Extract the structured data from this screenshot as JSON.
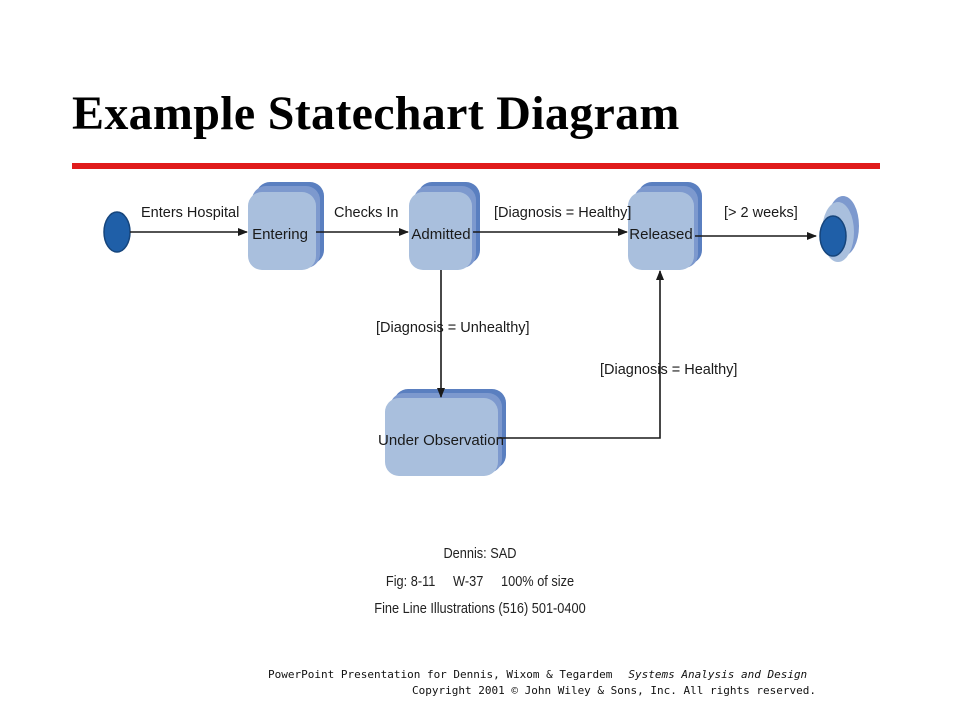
{
  "slide": {
    "title": "Example Statechart Diagram",
    "accent_color": "#e01b1b"
  },
  "diagram": {
    "states": [
      {
        "id": "entering",
        "label": "Entering"
      },
      {
        "id": "admitted",
        "label": "Admitted"
      },
      {
        "id": "released",
        "label": "Released"
      },
      {
        "id": "under-observation",
        "label": "Under Observation"
      }
    ],
    "transitions": [
      {
        "from": "initial",
        "to": "entering",
        "label": "Enters Hospital"
      },
      {
        "from": "entering",
        "to": "admitted",
        "label": "Checks In"
      },
      {
        "from": "admitted",
        "to": "released",
        "label": "[Diagnosis = Healthy]"
      },
      {
        "from": "released",
        "to": "final",
        "label": "[> 2 weeks]"
      },
      {
        "from": "admitted",
        "to": "under-observation",
        "label": "[Diagnosis = Unhealthy]"
      },
      {
        "from": "under-observation",
        "to": "released",
        "label": "[Diagnosis = Healthy]"
      }
    ],
    "colors": {
      "state_fill": "#a9bfdd",
      "state_shadow": "#5a7fc0",
      "initial_node": "#1f5fa8"
    }
  },
  "credits": {
    "line1": "Dennis: SAD",
    "line2": "Fig: 8-11     W-37     100% of size",
    "line3": "Fine Line Illustrations (516) 501-0400"
  },
  "footer": {
    "presentation": "PowerPoint Presentation for Dennis, Wixom & Tegardem",
    "course": "Systems Analysis and Design",
    "copyright": "Copyright 2001 © John Wiley & Sons, Inc.  All rights reserved."
  }
}
